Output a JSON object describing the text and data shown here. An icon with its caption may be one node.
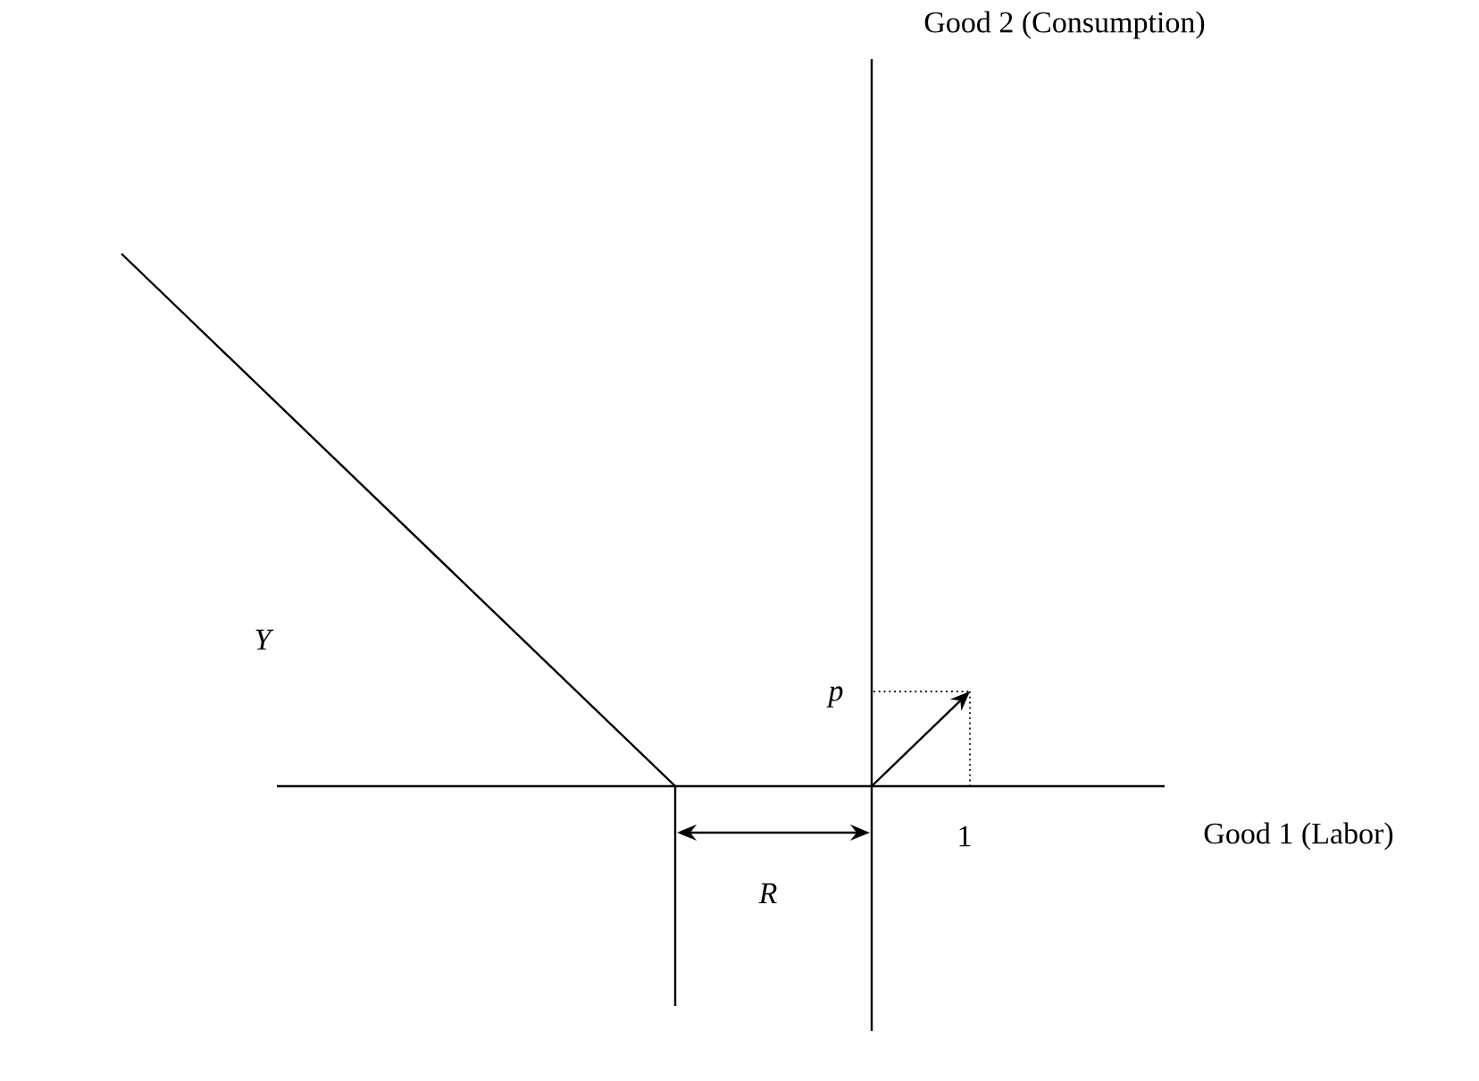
{
  "diagram": {
    "labels": [
      "Good 2 (Consumption)",
      "Y",
      "p",
      "1",
      "Good 1 (Labor)",
      "R"
    ]
  }
}
